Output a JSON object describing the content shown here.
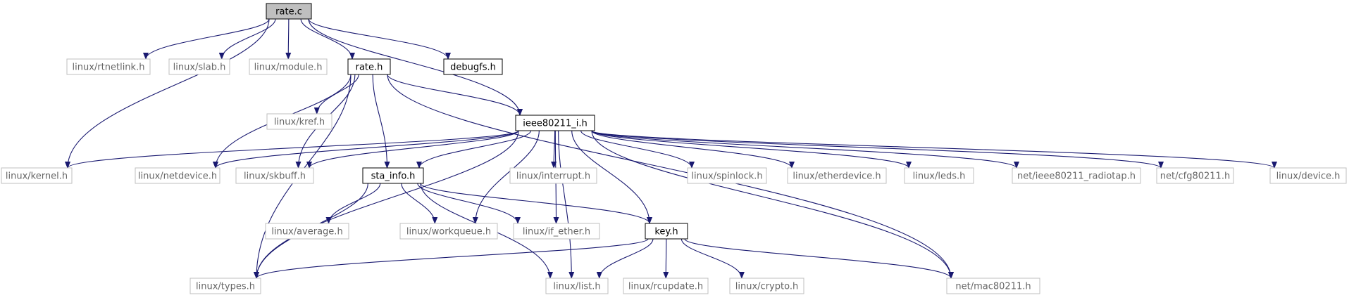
{
  "colors": {
    "edge": "#191970",
    "root_fill": "#bfbfbf",
    "documented_border": "#000000",
    "external_border": "#bfbfbf",
    "external_text": "#666666"
  },
  "nodes": [
    {
      "id": "rate_c",
      "label": "rate.c",
      "kind": "root"
    },
    {
      "id": "rtnetlink",
      "label": "linux/rtnetlink.h",
      "kind": "ext"
    },
    {
      "id": "slab",
      "label": "linux/slab.h",
      "kind": "ext"
    },
    {
      "id": "module",
      "label": "linux/module.h",
      "kind": "ext"
    },
    {
      "id": "rate_h",
      "label": "rate.h",
      "kind": "doc"
    },
    {
      "id": "debugfs",
      "label": "debugfs.h",
      "kind": "doc"
    },
    {
      "id": "kref",
      "label": "linux/kref.h",
      "kind": "ext"
    },
    {
      "id": "ieee80211_i",
      "label": "ieee80211_i.h",
      "kind": "doc"
    },
    {
      "id": "kernel",
      "label": "linux/kernel.h",
      "kind": "ext"
    },
    {
      "id": "netdevice",
      "label": "linux/netdevice.h",
      "kind": "ext"
    },
    {
      "id": "skbuff",
      "label": "linux/skbuff.h",
      "kind": "ext"
    },
    {
      "id": "sta_info",
      "label": "sta_info.h",
      "kind": "doc"
    },
    {
      "id": "interrupt",
      "label": "linux/interrupt.h",
      "kind": "ext"
    },
    {
      "id": "spinlock",
      "label": "linux/spinlock.h",
      "kind": "ext"
    },
    {
      "id": "etherdevice",
      "label": "linux/etherdevice.h",
      "kind": "ext"
    },
    {
      "id": "leds",
      "label": "linux/leds.h",
      "kind": "ext"
    },
    {
      "id": "radiotap",
      "label": "net/ieee80211_radiotap.h",
      "kind": "ext"
    },
    {
      "id": "cfg80211",
      "label": "net/cfg80211.h",
      "kind": "ext"
    },
    {
      "id": "device",
      "label": "linux/device.h",
      "kind": "ext"
    },
    {
      "id": "average",
      "label": "linux/average.h",
      "kind": "ext"
    },
    {
      "id": "workqueue",
      "label": "linux/workqueue.h",
      "kind": "ext"
    },
    {
      "id": "if_ether",
      "label": "linux/if_ether.h",
      "kind": "ext"
    },
    {
      "id": "key_h",
      "label": "key.h",
      "kind": "doc"
    },
    {
      "id": "types",
      "label": "linux/types.h",
      "kind": "ext"
    },
    {
      "id": "list",
      "label": "linux/list.h",
      "kind": "ext"
    },
    {
      "id": "rcupdate",
      "label": "linux/rcupdate.h",
      "kind": "ext"
    },
    {
      "id": "crypto",
      "label": "linux/crypto.h",
      "kind": "ext"
    },
    {
      "id": "mac80211",
      "label": "net/mac80211.h",
      "kind": "ext"
    }
  ],
  "edges": [
    [
      "rate_c",
      "kernel"
    ],
    [
      "rate_c",
      "rtnetlink"
    ],
    [
      "rate_c",
      "slab"
    ],
    [
      "rate_c",
      "module"
    ],
    [
      "rate_c",
      "rate_h"
    ],
    [
      "rate_c",
      "ieee80211_i"
    ],
    [
      "rate_c",
      "debugfs"
    ],
    [
      "rate_h",
      "kref"
    ],
    [
      "rate_h",
      "types"
    ],
    [
      "rate_h",
      "netdevice"
    ],
    [
      "rate_h",
      "skbuff"
    ],
    [
      "rate_h",
      "ieee80211_i"
    ],
    [
      "rate_h",
      "sta_info"
    ],
    [
      "rate_h",
      "mac80211"
    ],
    [
      "ieee80211_i",
      "kernel"
    ],
    [
      "ieee80211_i",
      "netdevice"
    ],
    [
      "ieee80211_i",
      "skbuff"
    ],
    [
      "ieee80211_i",
      "sta_info"
    ],
    [
      "ieee80211_i",
      "types"
    ],
    [
      "ieee80211_i",
      "workqueue"
    ],
    [
      "ieee80211_i",
      "list"
    ],
    [
      "ieee80211_i",
      "interrupt"
    ],
    [
      "ieee80211_i",
      "if_ether"
    ],
    [
      "ieee80211_i",
      "key_h"
    ],
    [
      "ieee80211_i",
      "spinlock"
    ],
    [
      "ieee80211_i",
      "etherdevice"
    ],
    [
      "ieee80211_i",
      "leds"
    ],
    [
      "ieee80211_i",
      "mac80211"
    ],
    [
      "ieee80211_i",
      "radiotap"
    ],
    [
      "ieee80211_i",
      "cfg80211"
    ],
    [
      "ieee80211_i",
      "device"
    ],
    [
      "sta_info",
      "average"
    ],
    [
      "sta_info",
      "types"
    ],
    [
      "sta_info",
      "workqueue"
    ],
    [
      "sta_info",
      "if_ether"
    ],
    [
      "sta_info",
      "list"
    ],
    [
      "sta_info",
      "key_h"
    ],
    [
      "key_h",
      "types"
    ],
    [
      "key_h",
      "list"
    ],
    [
      "key_h",
      "rcupdate"
    ],
    [
      "key_h",
      "crypto"
    ],
    [
      "key_h",
      "mac80211"
    ]
  ]
}
